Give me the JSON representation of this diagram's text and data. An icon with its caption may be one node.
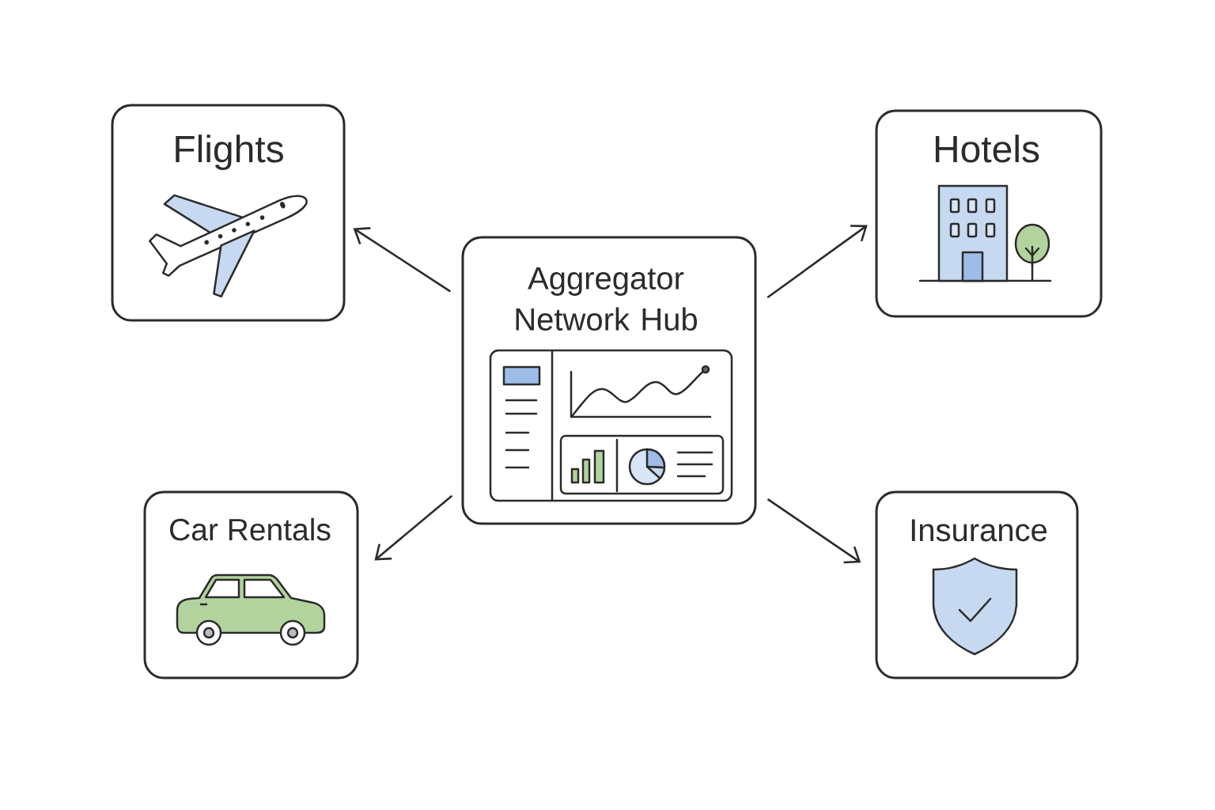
{
  "diagram": {
    "nodes": [
      {
        "text": [
          "Flights"
        ]
      },
      {
        "text": [
          "Hotels"
        ]
      },
      {
        "text": [
          "Aggregator Network Hub"
        ]
      },
      {
        "text": [
          "Car Rentals"
        ]
      },
      {
        "text": [
          "Insurance"
        ]
      }
    ],
    "edges": [
      {
        "from": 2,
        "to": 0,
        "arrow": "to"
      },
      {
        "from": 2,
        "to": 1,
        "arrow": "to"
      },
      {
        "from": 2,
        "to": 3,
        "arrow": "to"
      },
      {
        "from": 2,
        "to": 4,
        "arrow": "to"
      }
    ]
  }
}
